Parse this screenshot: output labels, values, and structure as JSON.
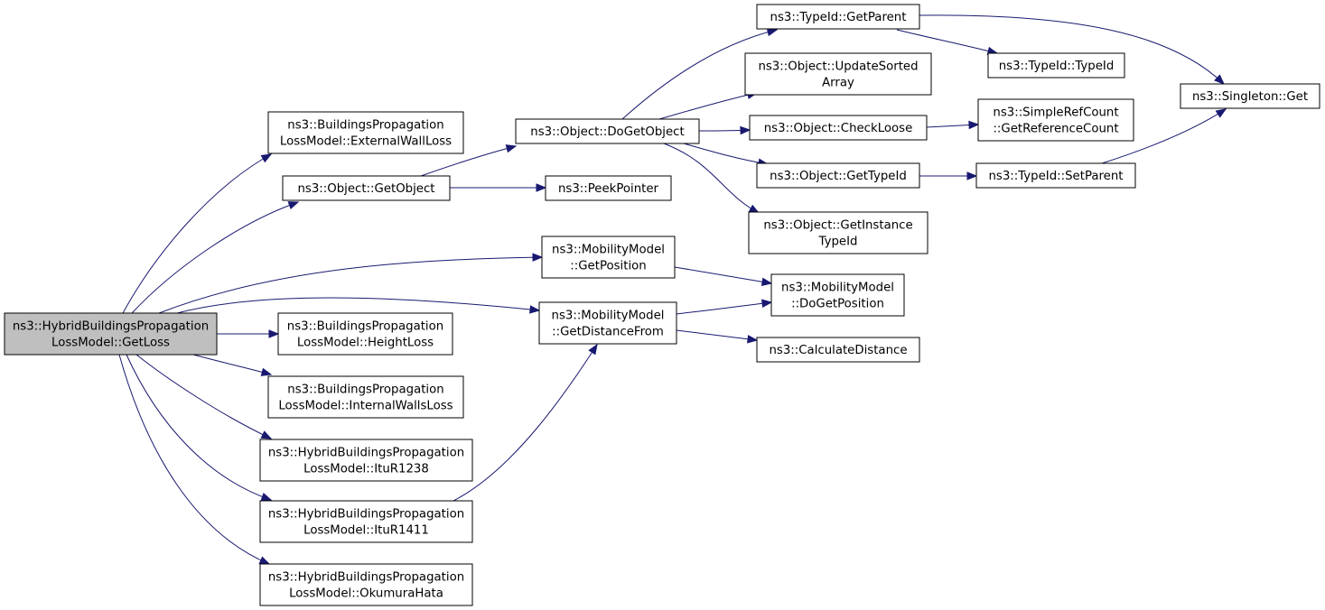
{
  "diagram": {
    "type": "call-graph",
    "colors": {
      "edge": "#191970",
      "root_fill": "#bfbfbf",
      "node_fill": "#ffffff",
      "border": "#000000"
    },
    "nodes": [
      {
        "id": "getloss",
        "lines": [
          "ns3::HybridBuildingsPropagation",
          "LossModel::GetLoss"
        ],
        "root": true
      },
      {
        "id": "externalwallloss",
        "lines": [
          "ns3::BuildingsPropagation",
          "LossModel::ExternalWallLoss"
        ]
      },
      {
        "id": "getobject",
        "lines": [
          "ns3::Object::GetObject"
        ]
      },
      {
        "id": "heightloss",
        "lines": [
          "ns3::BuildingsPropagation",
          "LossModel::HeightLoss"
        ]
      },
      {
        "id": "internalwallsloss",
        "lines": [
          "ns3::BuildingsPropagation",
          "LossModel::InternalWallsLoss"
        ]
      },
      {
        "id": "itur1238",
        "lines": [
          "ns3::HybridBuildingsPropagation",
          "LossModel::ItuR1238"
        ]
      },
      {
        "id": "itur1411",
        "lines": [
          "ns3::HybridBuildingsPropagation",
          "LossModel::ItuR1411"
        ]
      },
      {
        "id": "okumurahata",
        "lines": [
          "ns3::HybridBuildingsPropagation",
          "LossModel::OkumuraHata"
        ]
      },
      {
        "id": "dogetobject",
        "lines": [
          "ns3::Object::DoGetObject"
        ]
      },
      {
        "id": "peekpointer",
        "lines": [
          "ns3::PeekPointer"
        ]
      },
      {
        "id": "getposition",
        "lines": [
          "ns3::MobilityModel",
          "::GetPosition"
        ]
      },
      {
        "id": "getdistancefrom",
        "lines": [
          "ns3::MobilityModel",
          "::GetDistanceFrom"
        ]
      },
      {
        "id": "typeid_getparent",
        "lines": [
          "ns3::TypeId::GetParent"
        ]
      },
      {
        "id": "updatesortedarray",
        "lines": [
          "ns3::Object::UpdateSorted",
          "Array"
        ]
      },
      {
        "id": "checkloose",
        "lines": [
          "ns3::Object::CheckLoose"
        ]
      },
      {
        "id": "gettypeid",
        "lines": [
          "ns3::Object::GetTypeId"
        ]
      },
      {
        "id": "getinstancetypeid",
        "lines": [
          "ns3::Object::GetInstance",
          "TypeId"
        ]
      },
      {
        "id": "dogetposition",
        "lines": [
          "ns3::MobilityModel",
          "::DoGetPosition"
        ]
      },
      {
        "id": "calculatedistance",
        "lines": [
          "ns3::CalculateDistance"
        ]
      },
      {
        "id": "typeid_typeid",
        "lines": [
          "ns3::TypeId::TypeId"
        ]
      },
      {
        "id": "getreferencecount",
        "lines": [
          "ns3::SimpleRefCount",
          "::GetReferenceCount"
        ]
      },
      {
        "id": "setparent",
        "lines": [
          "ns3::TypeId::SetParent"
        ]
      },
      {
        "id": "singleton_get",
        "lines": [
          "ns3::Singleton::Get"
        ]
      }
    ],
    "edges": [
      [
        "getloss",
        "externalwallloss"
      ],
      [
        "getloss",
        "getobject"
      ],
      [
        "getloss",
        "getposition"
      ],
      [
        "getloss",
        "getdistancefrom"
      ],
      [
        "getloss",
        "heightloss"
      ],
      [
        "getloss",
        "internalwallsloss"
      ],
      [
        "getloss",
        "itur1238"
      ],
      [
        "getloss",
        "itur1411"
      ],
      [
        "getloss",
        "okumurahata"
      ],
      [
        "getobject",
        "dogetobject"
      ],
      [
        "getobject",
        "peekpointer"
      ],
      [
        "itur1411",
        "getdistancefrom"
      ],
      [
        "dogetobject",
        "typeid_getparent"
      ],
      [
        "dogetobject",
        "updatesortedarray"
      ],
      [
        "dogetobject",
        "checkloose"
      ],
      [
        "dogetobject",
        "gettypeid"
      ],
      [
        "dogetobject",
        "getinstancetypeid"
      ],
      [
        "getposition",
        "dogetposition"
      ],
      [
        "getdistancefrom",
        "dogetposition"
      ],
      [
        "getdistancefrom",
        "calculatedistance"
      ],
      [
        "typeid_getparent",
        "typeid_typeid"
      ],
      [
        "typeid_getparent",
        "singleton_get"
      ],
      [
        "checkloose",
        "getreferencecount"
      ],
      [
        "gettypeid",
        "setparent"
      ],
      [
        "setparent",
        "singleton_get"
      ]
    ]
  }
}
